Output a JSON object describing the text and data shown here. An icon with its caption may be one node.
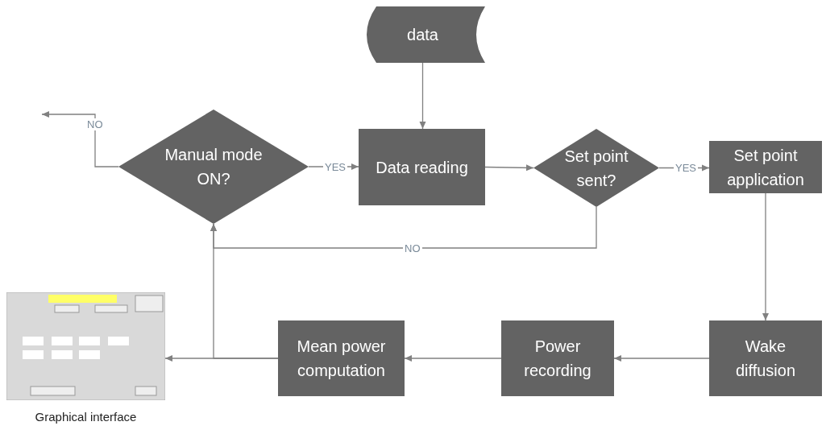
{
  "diagram": {
    "nodes": [
      {
        "text": [
          "data"
        ]
      },
      {
        "text": [
          "Manual mode ON?"
        ]
      },
      {
        "text": [
          "Data reading"
        ]
      },
      {
        "text": [
          "Set point sent?"
        ]
      },
      {
        "text": [
          "Set point application"
        ]
      },
      {
        "text": [
          "Wake diffusion"
        ]
      },
      {
        "text": [
          "Power recording"
        ]
      },
      {
        "text": [
          "Mean power computation"
        ]
      },
      {
        "text": [],
        "shape": "picture",
        "beside": [
          "Graphical interface"
        ]
      }
    ],
    "edges": [
      {
        "from": 0,
        "to": 2,
        "arrow": "to"
      },
      {
        "from": 1,
        "to": null,
        "arrow": "to",
        "label": "NO"
      },
      {
        "from": 1,
        "to": 2,
        "arrow": "to",
        "label": "YES"
      },
      {
        "from": 2,
        "to": 3,
        "arrow": "to"
      },
      {
        "from": 3,
        "to": 4,
        "arrow": "to",
        "label": "YES"
      },
      {
        "from": 3,
        "to": 1,
        "arrow": "to",
        "label": "NO"
      },
      {
        "from": 4,
        "to": 5,
        "arrow": "to"
      },
      {
        "from": 5,
        "to": 6,
        "arrow": "to"
      },
      {
        "from": 6,
        "to": 7,
        "arrow": "to"
      },
      {
        "from": 7,
        "to": 8,
        "arrow": "to"
      },
      {
        "from": 7,
        "to": 1,
        "arrow": "to"
      }
    ]
  }
}
